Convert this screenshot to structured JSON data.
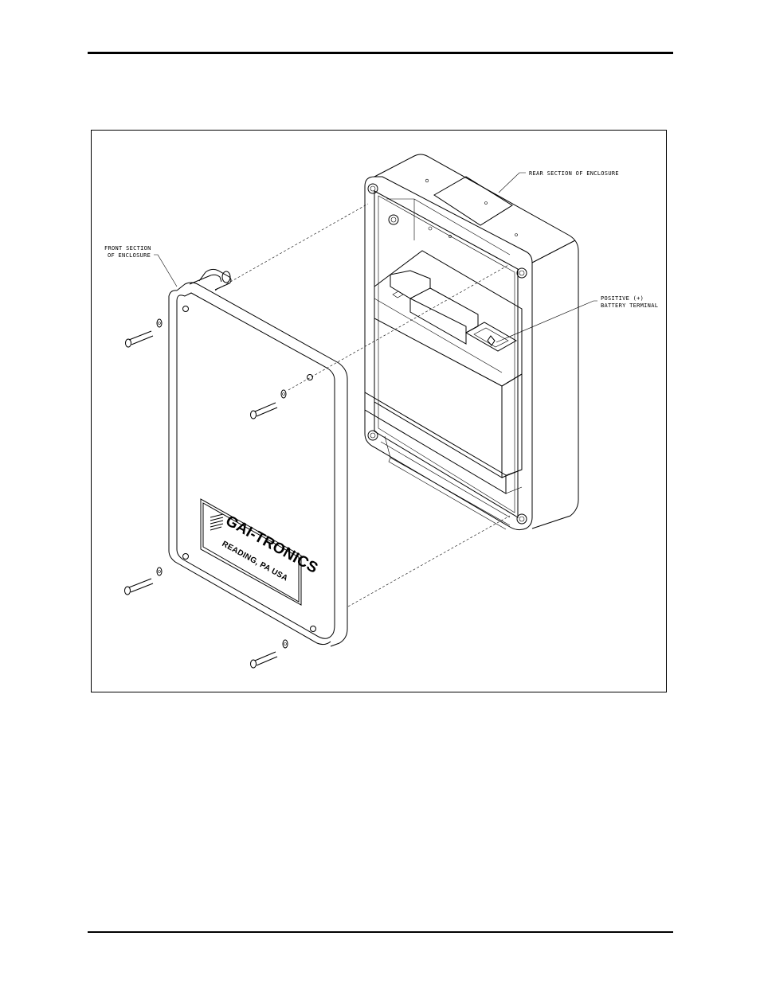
{
  "figure": {
    "callouts": {
      "front_section": [
        "FRONT SECTION",
        "OF ENCLOSURE"
      ],
      "rear_section": "REAR SECTION OF ENCLOSURE",
      "positive_terminal": [
        "POSITIVE (+)",
        "BATTERY TERMINAL"
      ]
    },
    "nameplate": {
      "brand": "GAI-TRONICS",
      "location": "READING, PA   USA"
    }
  }
}
